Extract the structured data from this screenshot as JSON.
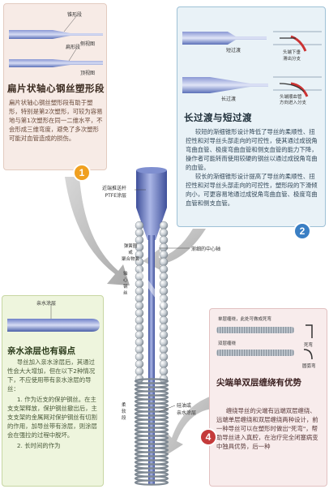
{
  "panel1": {
    "label_top": "锥形段",
    "label_side": "侧视图",
    "label_top2": "扁形段",
    "label_top_view": "顶视图",
    "title": "扁片状轴心钢丝塑形段",
    "body": "扁片状轴心钢丝塑形段有助于塑形，特别是第2次塑形，可较为容易地与第1次塑形在同一二维水平，不会形成三维弯度，避免了多次塑形可能对血管造成的损伤。"
  },
  "panel2": {
    "label_short": "短过渡",
    "label_short_desc": "头端下垂\n滑出分支",
    "label_long": "长过渡",
    "label_long_desc": "头端顺血管\n方向进入分支",
    "title": "长过渡与短过渡",
    "body1": "较短的渐细锥形设计降低了导丝的柔顺性、扭控性和对导丝头部走向的可控性，使其通过成锐角弯曲血管、极度弯曲血管和侧支血管的能力下降，操作者可能转而使用较硬的钢丝以通过成锐角弯曲的血管。",
    "body2": "较长的渐细锥形设计提高了导丝的柔顺性、扭控性和对导丝头部走向的可控性，塑形段的下滑倾向小，可更容易地通过成锐角弯曲血管、极度弯曲血管和侧支血管。"
  },
  "center": {
    "label_ptfe": "近端推送杆\nPTFE涂层",
    "label_coil": "弹簧圈\n或\n聚合物套",
    "label_core": "渐细的中心轴",
    "label_core_steel": "轴\n心\n钢\n丝",
    "label_soft": "柔\n软\n段",
    "label_coat": "硅油或\n亲水涂层"
  },
  "panel3": {
    "label_coat": "亲水涂层",
    "title": "亲水涂层也有弱点",
    "body1": "导丝加入亲水涂层后，其通过性会大大增加，但在以下2种情况下，不应使用带有亲水涂层的导丝：",
    "body2": "1. 作为近支的保护钢丝。在主支支架释放，保护钢丝撤出后，主支支架的金属网对保护钢丝有切割的作用，加导丝带有涂层，则涂层会在强拉的过程中脱坏。",
    "body3": "2. 长时间的作为"
  },
  "panel4": {
    "label_single": "单层缠绕，此处可做成死弯",
    "label_double": "双层缠绕",
    "label_dead": "死弯",
    "label_round": "圆弧弯",
    "title": "尖端单双层缠绕有优势",
    "body": "缠绕导丝的尖端有远端双层缠绕、远端单层缠绕和双层缠绕两种设计，前一种导丝可以在塑形时做出\"死弯\"，帮助导丝进入真腔，在治疗完全闭塞病变中独具优势，后一种"
  },
  "badges": [
    "1",
    "2",
    "4"
  ],
  "colors": {
    "wire_blue": "#5a6fb8",
    "coil_gray": "#9aa3ad",
    "badge_orange": "#f0a020",
    "badge_blue": "#3a7fc4",
    "badge_red": "#c43a3a",
    "arrow_gray": "#a8a8a8"
  }
}
